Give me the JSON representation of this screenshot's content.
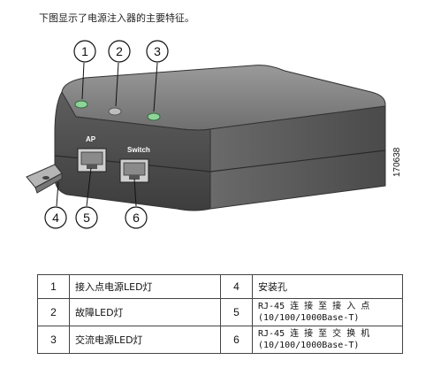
{
  "intro": "下图显示了电源注入器的主要特征。",
  "figure": {
    "callouts": [
      "1",
      "2",
      "3",
      "4",
      "5",
      "6"
    ],
    "port_labels": {
      "ap": "AP",
      "switch": "Switch"
    },
    "figure_id": "170638"
  },
  "legend": {
    "rows": [
      {
        "left_num": "1",
        "left_desc": "接入点电源LED灯",
        "right_num": "4",
        "right_desc": "安装孔"
      },
      {
        "left_num": "2",
        "left_desc": "故障LED灯",
        "right_num": "5",
        "right_desc_line1": "RJ-45 连 接 至 接 入 点",
        "right_desc_line2": "(10/100/1000Base-T)"
      },
      {
        "left_num": "3",
        "left_desc": "交流电源LED灯",
        "right_num": "6",
        "right_desc_line1": "RJ-45 连 接 至 交 换 机",
        "right_desc_line2": "(10/100/1000Base-T)"
      }
    ]
  }
}
